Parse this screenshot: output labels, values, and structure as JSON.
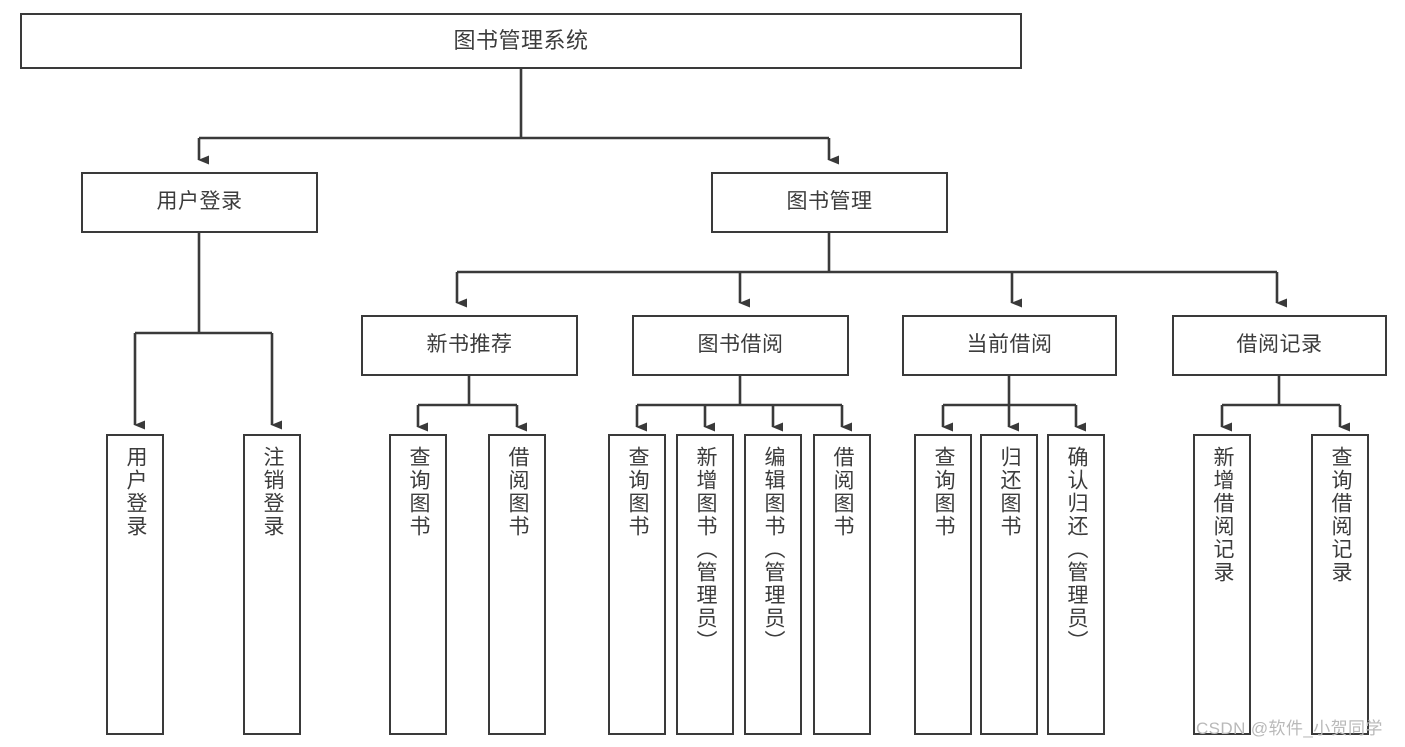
{
  "diagram": {
    "type": "tree-hierarchy-chart",
    "title": "图书管理系统",
    "orientation": "top-down",
    "colors": {
      "box_border": "#3a3a3a",
      "box_fill": "#ffffff",
      "edge": "#3a3a3a",
      "text": "#3c3c3c",
      "watermark": "#b9b9b9",
      "background": "#ffffff"
    }
  },
  "nodes": {
    "root": {
      "label": "图书管理系统"
    },
    "level2": [
      {
        "id": "user-login",
        "label": "用户登录"
      },
      {
        "id": "book-manage",
        "label": "图书管理"
      }
    ],
    "level3": [
      {
        "id": "new-book-recommend",
        "label": "新书推荐"
      },
      {
        "id": "book-borrow",
        "label": "图书借阅"
      },
      {
        "id": "current-borrow",
        "label": "当前借阅"
      },
      {
        "id": "borrow-record",
        "label": "借阅记录"
      }
    ],
    "leaves": {
      "user_login": [
        {
          "id": "leaf-user-login",
          "label": "用户登录"
        },
        {
          "id": "leaf-logout-login",
          "label": "注销登录"
        }
      ],
      "new_book_recommend": [
        {
          "id": "leaf-query-book-1",
          "label": "查询图书"
        },
        {
          "id": "leaf-borrow-book-1",
          "label": "借阅图书"
        }
      ],
      "book_borrow": [
        {
          "id": "leaf-query-book-2",
          "label": "查询图书"
        },
        {
          "id": "leaf-add-book",
          "label": "新增图书（管理员）"
        },
        {
          "id": "leaf-edit-book",
          "label": "编辑图书（管理员）"
        },
        {
          "id": "leaf-borrow-book-2",
          "label": "借阅图书"
        }
      ],
      "current_borrow": [
        {
          "id": "leaf-query-book-3",
          "label": "查询图书"
        },
        {
          "id": "leaf-return-book",
          "label": "归还图书"
        },
        {
          "id": "leaf-confirm-return",
          "label": "确认归还（管理员）"
        }
      ],
      "borrow_record": [
        {
          "id": "leaf-add-record",
          "label": "新增借阅记录"
        },
        {
          "id": "leaf-query-record",
          "label": "查询借阅记录"
        }
      ]
    }
  },
  "watermark": {
    "text": "CSDN @软件_小贺同学"
  }
}
